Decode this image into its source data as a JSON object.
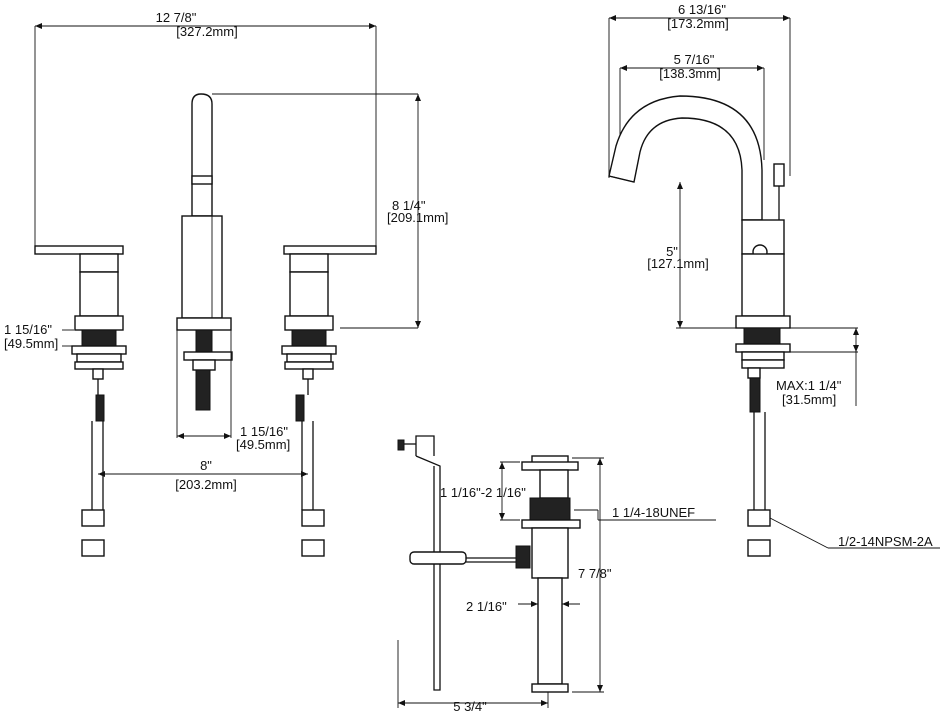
{
  "dimensions": {
    "spread_width": {
      "imperial": "12 7/8\"",
      "metric": "[327.2mm]"
    },
    "spout_height": {
      "imperial": "8 1/4\"",
      "metric": "[209.1mm]"
    },
    "handle_base_left": {
      "imperial": "1 15/16\"",
      "metric": "[49.5mm]"
    },
    "spout_base": {
      "imperial": "1 15/16\"",
      "metric": "[49.5mm]"
    },
    "center_spread": {
      "imperial": "8\"",
      "metric": "[203.2mm]"
    },
    "side_depth": {
      "imperial": "6 13/16\"",
      "metric": "[173.2mm]"
    },
    "spout_reach": {
      "imperial": "5 7/16\"",
      "metric": "[138.3mm]"
    },
    "spout_clearance": {
      "imperial": "5\"",
      "metric": "[127.1mm]"
    },
    "max_deck": {
      "imperial": "MAX:1 1/4\"",
      "metric": "[31.5mm]"
    },
    "drain_thread_range": {
      "imperial": "1 1/16\"-2 1/16\""
    },
    "drain_thread": {
      "label": "1 1/4-18UNEF"
    },
    "drain_height": {
      "imperial": "7 7/8\""
    },
    "drain_offset": {
      "imperial": "2 1/16\""
    },
    "rod_length": {
      "imperial": "5 3/4\""
    },
    "supply_thread": {
      "label": "1/2-14NPSM-2A"
    }
  }
}
